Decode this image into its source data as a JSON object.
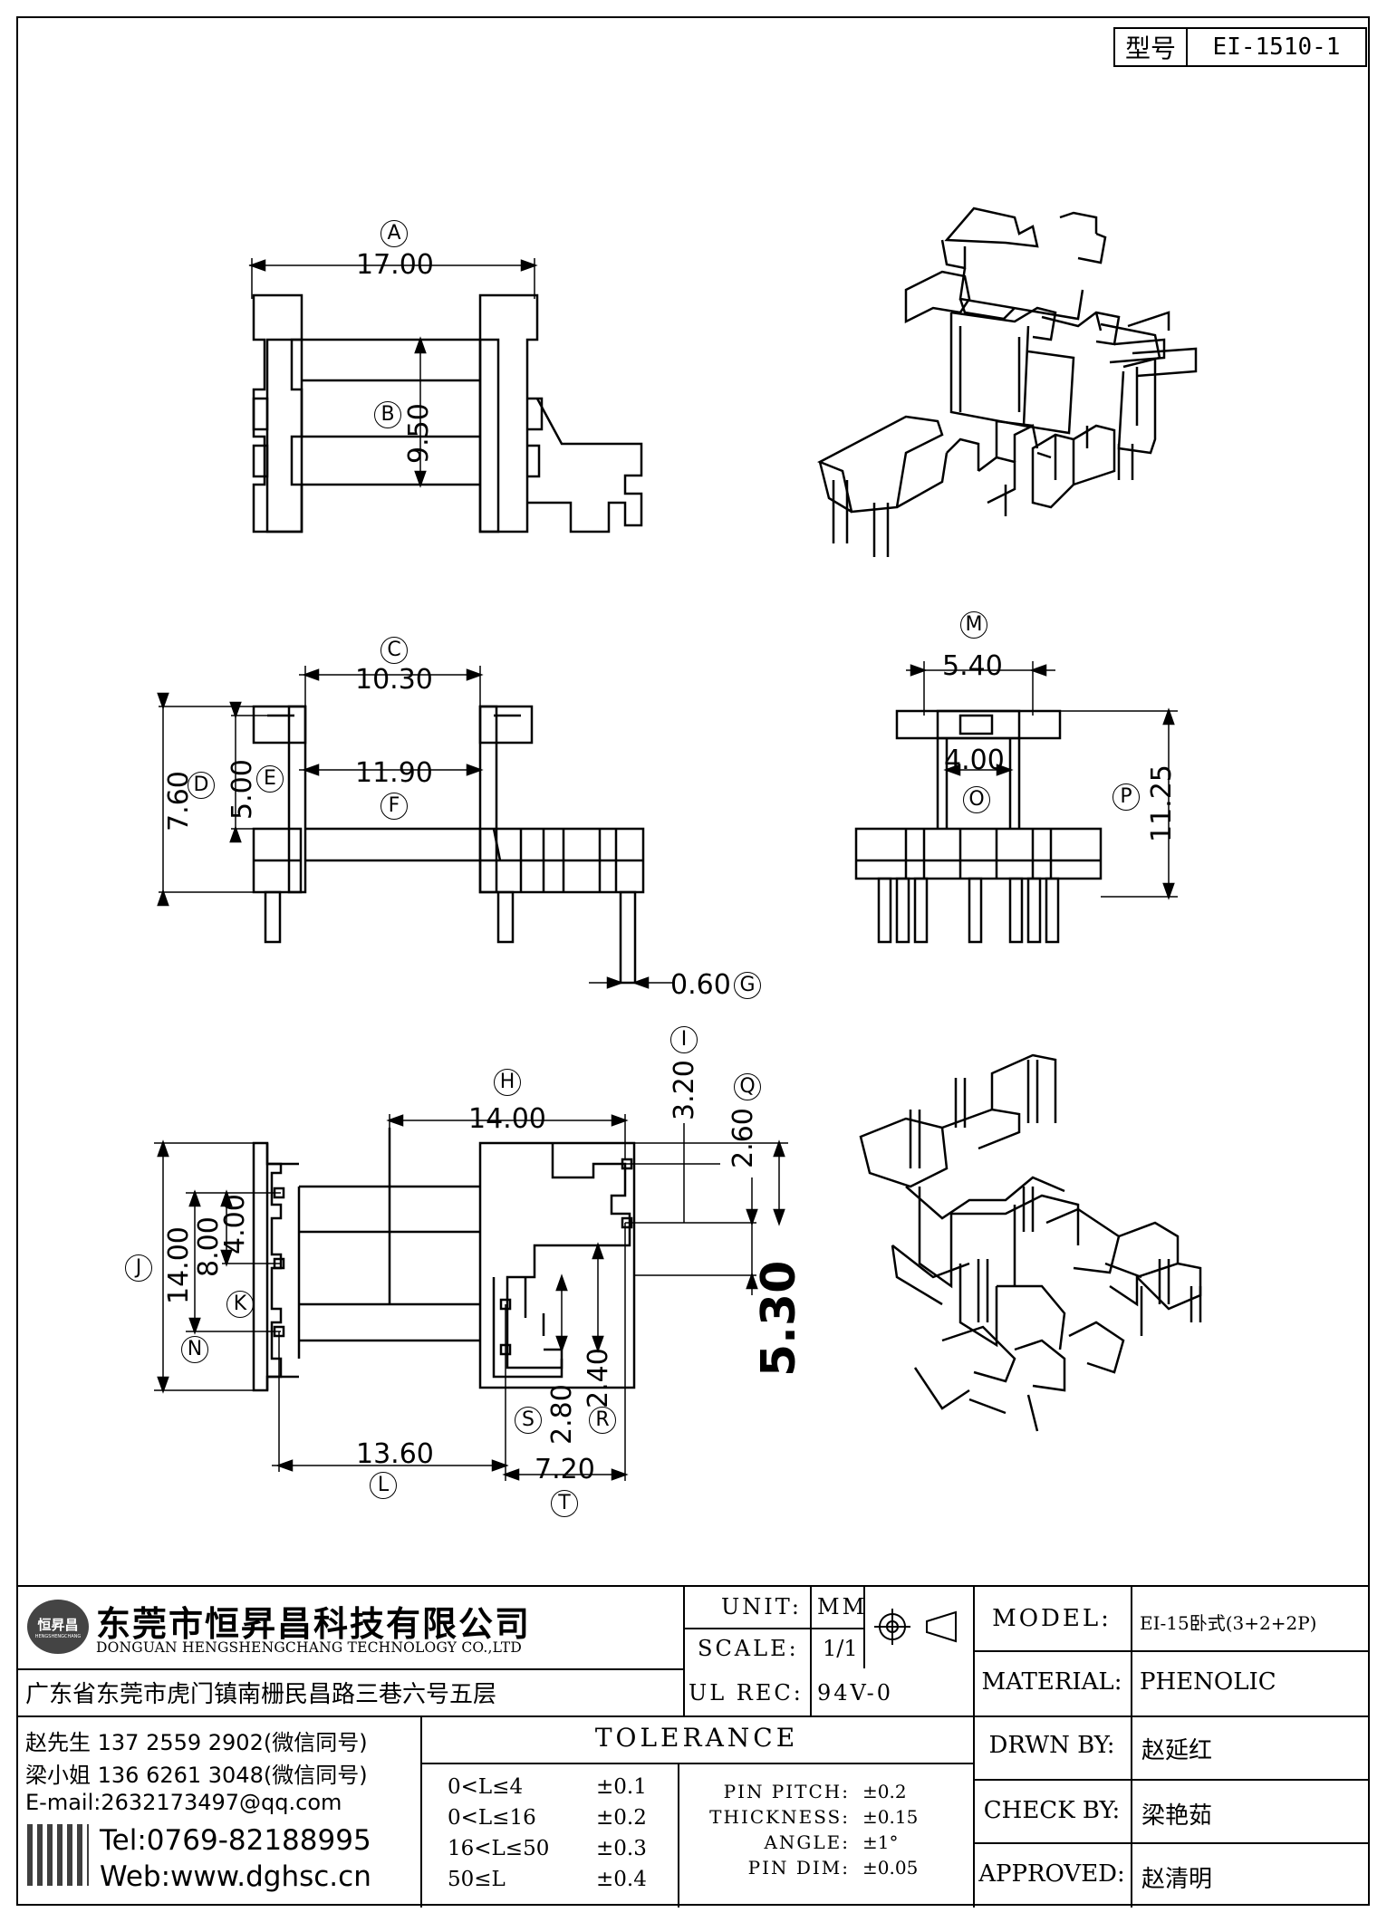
{
  "title_box": {
    "label": "型号",
    "value": "EI-1510-1"
  },
  "dimensions": {
    "A": "17.00",
    "B": "9.50",
    "C": "10.30",
    "D": "7.60",
    "E": "5.00",
    "F": "11.90",
    "G": "0.60",
    "M": "5.40",
    "O": "4.00",
    "P": "11.25",
    "H": "14.00",
    "I": "3.20",
    "Q": "2.60",
    "J": "14.00",
    "J2": "8.00",
    "K": "4.00",
    "L": "13.60",
    "T": "7.20",
    "S": "2.80",
    "R": "2.40",
    "big": "5.30"
  },
  "letters": [
    "A",
    "B",
    "C",
    "D",
    "E",
    "F",
    "G",
    "H",
    "I",
    "J",
    "K",
    "L",
    "M",
    "N",
    "O",
    "P",
    "Q",
    "R",
    "S",
    "T"
  ],
  "company": {
    "name_cn": "东莞市恒昇昌科技有限公司",
    "name_en": "DONGUAN HENGSHENGCHANG TECHNOLOGY CO.,LTD",
    "address": "广东省东莞市虎门镇南栅民昌路三巷六号五层",
    "logo_text": "恒昇昌",
    "logo_sub": "HENGSHENGCHANG",
    "contact1": "赵先生 137 2559 2902(微信同号)",
    "contact2": "梁小姐 136 6261 3048(微信同号)",
    "email": "E-mail:2632173497@qq.com",
    "tel": "Tel:0769-82188995",
    "web": "Web:www.dghsc.cn"
  },
  "spec": {
    "unit_label": "UNIT:",
    "unit_value": "MM",
    "scale_label": "SCALE:",
    "scale_value": "1/1",
    "ulrec_label": "UL REC:",
    "ulrec_value": "94V-0",
    "tolerance_title": "TOLERANCE",
    "tolerances": [
      {
        "range": "0<L≤4",
        "value": "±0.1"
      },
      {
        "range": "0<L≤16",
        "value": "±0.2"
      },
      {
        "range": "16<L≤50",
        "value": "±0.3"
      },
      {
        "range": "50≤L",
        "value": "±0.4"
      }
    ],
    "extra": [
      {
        "label": "PIN PITCH:",
        "value": "±0.2"
      },
      {
        "label": "THICKNESS:",
        "value": "±0.15"
      },
      {
        "label": "ANGLE:",
        "value": "±1°"
      },
      {
        "label": "PIN DIM:",
        "value": "±0.05"
      }
    ]
  },
  "right_block": {
    "model_label": "MODEL:",
    "model_value": "EI-15卧式(3+2+2P)",
    "material_label": "MATERIAL:",
    "material_value": "PHENOLIC",
    "drawn_label": "DRWN BY:",
    "drawn_value": "赵延红",
    "check_label": "CHECK BY:",
    "check_value": "梁艳茹",
    "approved_label": "APPROVED:",
    "approved_value": "赵清明"
  }
}
